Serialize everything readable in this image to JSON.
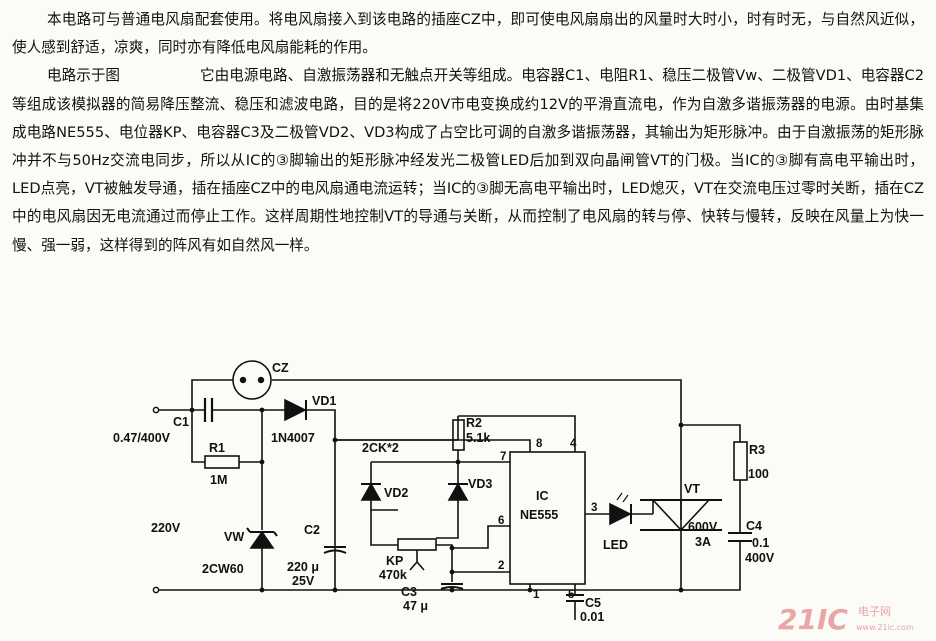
{
  "paragraph1": "本电路可与普通电风扇配套使用。将电风扇接入到该电路的插座CZ中，即可使电风扇扇出的风量时大时小，时有时无，与自然风近似，使人感到舒适，凉爽，同时亦有降低电风扇能耗的作用。",
  "paragraph2_lead": "电路示于图",
  "paragraph2": "它由电源电路、自激振荡器和无触点开关等组成。电容器C1、电阻R1、稳压二极管Vw、二极管VD1、电容器C2等组成该模拟器的简易降压整流、稳压和滤波电路，目的是将220V市电变换成约12V的平滑直流电，作为自激多谐振荡器的电源。由时基集成电路NE555、电位器KP、电容器C3及二极管VD2、VD3构成了占空比可调的自激多谐振荡器，其输出为矩形脉冲。由于自激振荡的矩形脉冲并不与50Hz交流电同步，所以从IC的③脚输出的矩形脉冲经发光二极管LED后加到双向晶闸管VT的门极。当IC的③脚有高电平输出时，LED点亮，VT被触发导通，插在插座CZ中的电风扇通电流运转；当IC的③脚无高电平输出时，LED熄灭，VT在交流电压过零时关断，插在CZ中的电风扇因无电流通过而停止工作。这样周期性地控制VT的导通与关断，从而控制了电风扇的转与停、快转与慢转，反映在风量上为快一慢、强一弱，这样得到的阵风有如自然风一样。",
  "circuit": {
    "cz": "CZ",
    "c1": "C1",
    "c1_value": "0.47/400V",
    "r1": "R1",
    "r1_value": "1M",
    "vd1": "VD1",
    "vd1_part": "1N4007",
    "supply": "220V",
    "vw": "VW",
    "vw_part": "2CW60",
    "c2": "C2",
    "c2_value1": "220 μ",
    "c2_value2": "25V",
    "r2": "R2",
    "r2_value": "5.1k",
    "vd_pair": "2CK*2",
    "vd2": "VD2",
    "vd3": "VD3",
    "kp": "KP",
    "kp_value": "470k",
    "c3": "C3",
    "c3_value": "47 μ",
    "ic": "IC",
    "ic_part": "NE555",
    "pin7": "7",
    "pin8": "8",
    "pin4": "4",
    "pin6": "6",
    "pin2": "2",
    "pin1": "1",
    "pin5": "5",
    "pin3": "3",
    "led": "LED",
    "vt": "VT",
    "vt_value1": "600V",
    "vt_value2": "3A",
    "r3": "R3",
    "r3_value": "100",
    "c4": "C4",
    "c4_value1": "0.1",
    "c4_value2": "400V",
    "c5": "C5",
    "c5_value": "0.01"
  },
  "watermark": {
    "number": "21IC",
    "cn": "电子网",
    "url": "www.21ic.com"
  }
}
